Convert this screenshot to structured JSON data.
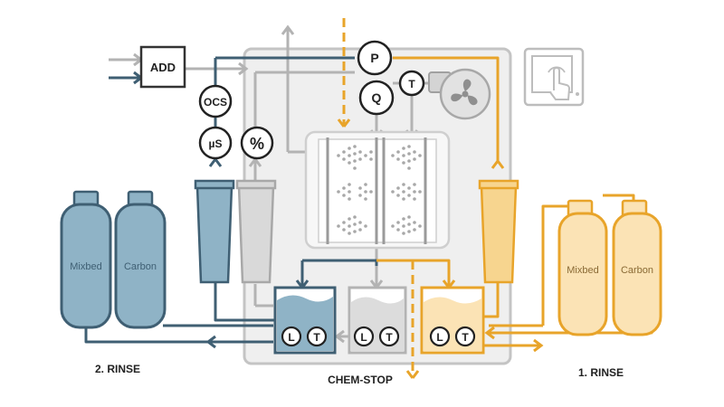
{
  "labels": {
    "add": "ADD",
    "ocs": "OCS",
    "us": "µS",
    "percent": "%",
    "p": "P",
    "q": "Q",
    "t": "T",
    "l": "L",
    "t_small": "T",
    "rinse_left": "2. RINSE",
    "rinse_right": "1. RINSE",
    "chem_stop": "CHEM-STOP",
    "mixbed": "Mixbed",
    "carbon": "Carbon"
  },
  "colors": {
    "blue": "#3f5f73",
    "blue_fill": "#8fb3c6",
    "blue_light": "#a9c6d6",
    "gray": "#b3b3b3",
    "gray_fill": "#d9d9d9",
    "gray_dark": "#9a9a9a",
    "orange": "#e8a42a",
    "orange_fill": "#f7d58f",
    "orange_light": "#fbe3b5",
    "panel": "#efefef"
  },
  "icons": {
    "touchscreen": "touch-screen-icon",
    "fan": "fan-icon"
  }
}
